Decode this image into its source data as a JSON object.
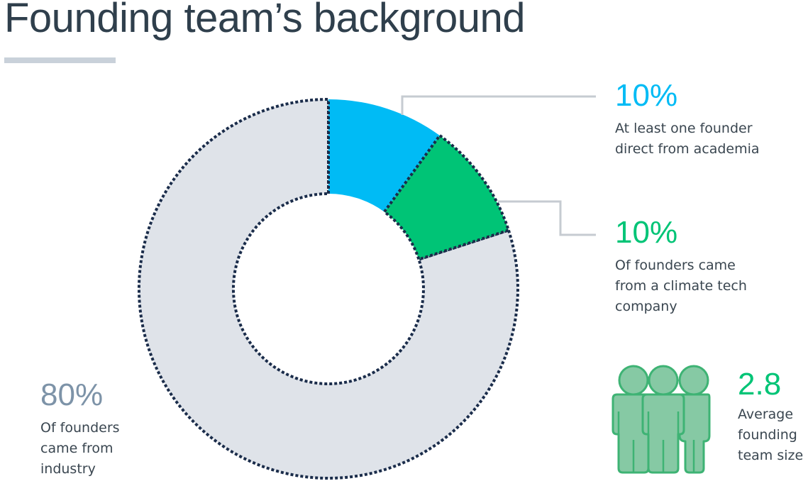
{
  "title": "Founding team’s background",
  "colors": {
    "academia": "#00bbf5",
    "climate_tech": "#00c476",
    "industry": "#dfe3e9",
    "dotted_border": "#1a2c4a",
    "leader_line": "#c6cbd1",
    "industry_label": "#7d93a8",
    "team_icon_fill": "#86c9a4",
    "team_icon_stroke": "#3eb374",
    "title_text": "#2f3f4c",
    "title_bar": "#c9d1da"
  },
  "stats": {
    "academia": {
      "value": "10%",
      "desc_line1": "At least one founder",
      "desc_line2": "direct from academia"
    },
    "climate_tech": {
      "value": "10%",
      "desc_line1": "Of founders came",
      "desc_line2": "from a climate tech",
      "desc_line3": "company"
    },
    "industry": {
      "value": "80%",
      "desc_line1": "Of founders",
      "desc_line2": "came from",
      "desc_line3": "industry"
    },
    "team_size": {
      "value": "2.8",
      "desc_line1": "Average",
      "desc_line2": "founding",
      "desc_line3": "team size",
      "icon": "three-people-icon"
    }
  },
  "chart_data": {
    "type": "pie",
    "subtype": "donut",
    "title": "Founding team’s background",
    "categories": [
      "At least one founder direct from academia",
      "Of founders came from a climate tech company",
      "Of founders came from industry"
    ],
    "values": [
      10,
      10,
      80
    ],
    "unit": "%",
    "colors": [
      "#00bbf5",
      "#00c476",
      "#dfe3e9"
    ],
    "start_angle_deg": 0,
    "direction": "clockwise",
    "annotations": [
      {
        "label": "Average founding team size",
        "value": 2.8
      }
    ],
    "legend": "none (callout labels)"
  }
}
